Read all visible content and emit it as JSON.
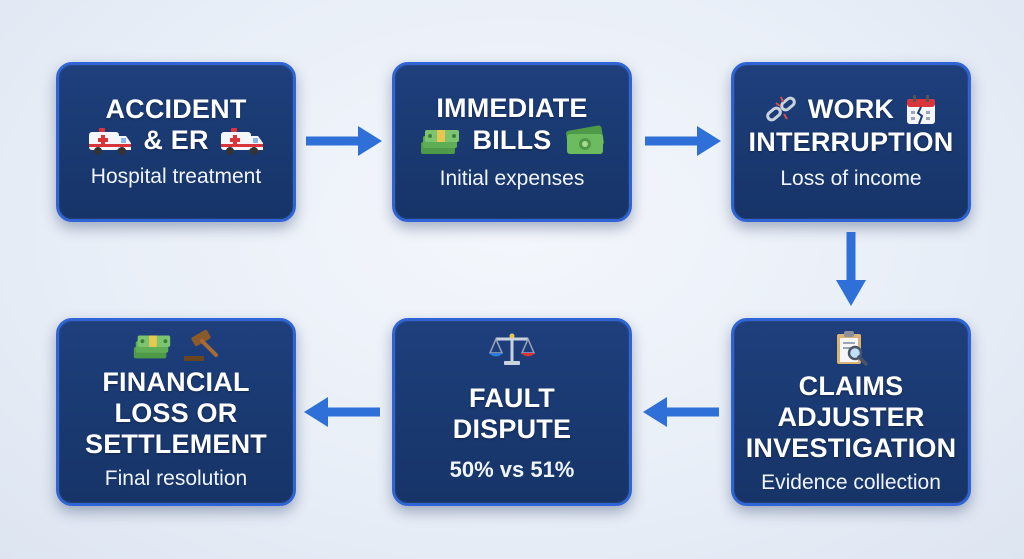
{
  "colors": {
    "box_fill": "#1b3a74",
    "box_border": "#2f64d6",
    "arrow": "#2e6fd8",
    "background": "#eaf0f8"
  },
  "steps": [
    {
      "title_line1": "ACCIDENT",
      "title_line2": "& ER",
      "subtitle": "Hospital treatment",
      "icons": [
        "ambulance-icon",
        "ambulance-icon"
      ]
    },
    {
      "title_line1": "IMMEDIATE",
      "title_line2": "BILLS",
      "subtitle": "Initial expenses",
      "icons": [
        "money-stack-icon",
        "cash-bill-icon"
      ]
    },
    {
      "title_line1": "WORK",
      "title_line2": "INTERRUPTION",
      "subtitle": "Loss of income",
      "icons": [
        "broken-chain-icon",
        "calendar-icon"
      ]
    },
    {
      "title_line1": "CLAIMS",
      "title_line2": "ADJUSTER",
      "title_line3": "INVESTIGATION",
      "subtitle": "Evidence collection",
      "icons": [
        "clipboard-magnifier-icon"
      ]
    },
    {
      "title_line1": "FAULT",
      "title_line2": "DISPUTE",
      "subtitle": "50% vs 51%",
      "icons": [
        "scales-icon"
      ]
    },
    {
      "title_line1": "FINANCIAL",
      "title_line2": "LOSS OR",
      "title_line3": "SETTLEMENT",
      "subtitle": "Final resolution",
      "icons": [
        "money-stack-icon",
        "gavel-icon"
      ]
    }
  ]
}
